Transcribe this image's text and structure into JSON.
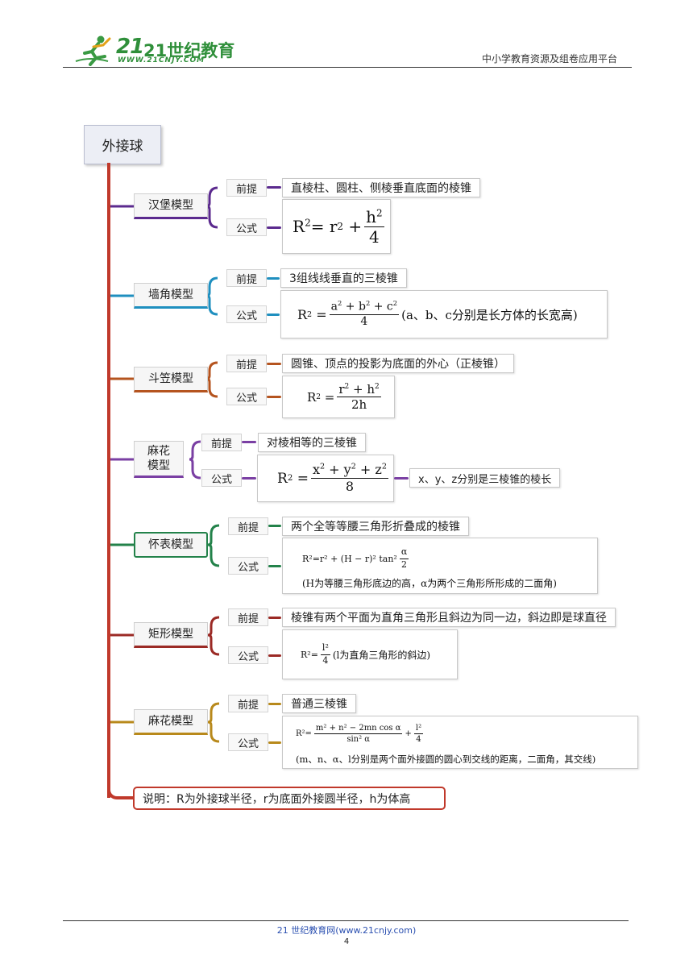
{
  "header": {
    "logo_text": "21世纪教育",
    "logo_url": "WWW.21CNJY.COM",
    "right_text": "中小学教育资源及组卷应用平台"
  },
  "colors": {
    "trunk": "#c0392b",
    "models": [
      "#5b2a8e",
      "#1f8fbf",
      "#b5541f",
      "#7a3fa3",
      "#23824a",
      "#9b2a25",
      "#b8891b"
    ]
  },
  "mindmap": {
    "root": "外接球",
    "premise_label": "前提",
    "formula_label": "公式",
    "models": [
      {
        "name": "汉堡模型",
        "premise": "直棱柱、圆柱、侧棱垂直底面的棱锥",
        "formula": {
          "lhs": "R",
          "mid": " = r",
          "num": "h",
          "den": "4"
        }
      },
      {
        "name": "墙角模型",
        "premise": "3组线线垂直的三棱锥",
        "formula": {
          "lhs": "R",
          "num_a": "a",
          "num_b": " + b",
          "num_c": " + c",
          "den": "4",
          "tail": "(a、b、c分别是长方体的长宽高)"
        }
      },
      {
        "name": "斗笠模型",
        "premise": "圆锥、顶点的投影为底面的外心（正棱锥）",
        "formula": {
          "lhs": "R",
          "num_r": "r",
          "num_h": " + h",
          "den": "2h"
        }
      },
      {
        "name_line1": "麻花",
        "name_line2": "模型",
        "premise": "对棱相等的三棱锥",
        "formula": {
          "lhs": "R",
          "num_x": "x",
          "num_y": " + y",
          "num_z": " + z",
          "den": "8"
        },
        "extra": "x、y、z分别是三棱锥的棱长"
      },
      {
        "name": "怀表模型",
        "premise": "两个全等等腰三角形折叠成的棱锥",
        "formula": {
          "text": "R²=r² + (H − r)² tan²",
          "num": "α",
          "den": "2",
          "note": "(H为等腰三角形底边的高，α为两个三角形所形成的二面角)"
        }
      },
      {
        "name": "矩形模型",
        "premise": "棱锥有两个平面为直角三角形且斜边为同一边，斜边即是球直径",
        "formula": {
          "lhs": "R²=",
          "num": "l²",
          "den": "4",
          "tail": "(l为直角三角形的斜边)"
        }
      },
      {
        "name": "麻花模型",
        "premise": "普通三棱锥",
        "formula": {
          "lhs": "R²=",
          "num": "m² + n² − 2mn cos α",
          "den": "sin² α",
          "plus": "+",
          "num2": "l²",
          "den2": "4",
          "note": "(m、n、α、l分别是两个面外接圆的圆心到交线的距离，二面角，其交线)"
        }
      }
    ],
    "note": "说明：R为外接球半径，r为底面外接圆半径，h为体高"
  },
  "footer": {
    "site": "21 世纪教育网(www.21cnjy.com)",
    "page": "4"
  }
}
